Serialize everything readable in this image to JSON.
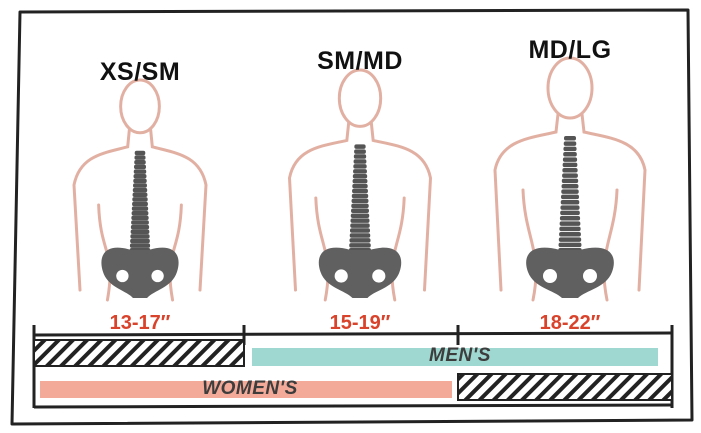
{
  "sizes": [
    {
      "label": "XS/SM",
      "range": "13-17″"
    },
    {
      "label": "SM/MD",
      "range": "15-19″"
    },
    {
      "label": "MD/LG",
      "range": "18-22″"
    }
  ],
  "bars": {
    "mens": {
      "label": "MEN'S",
      "color": "#9ed8d0"
    },
    "womens": {
      "label": "WOMEN'S",
      "color": "#f4aa98"
    }
  },
  "colors": {
    "body_outline": "#e2b0a3",
    "spine": "#555555",
    "pelvis": "#606060",
    "range_text": "#d9432b",
    "frame": "#222222"
  }
}
